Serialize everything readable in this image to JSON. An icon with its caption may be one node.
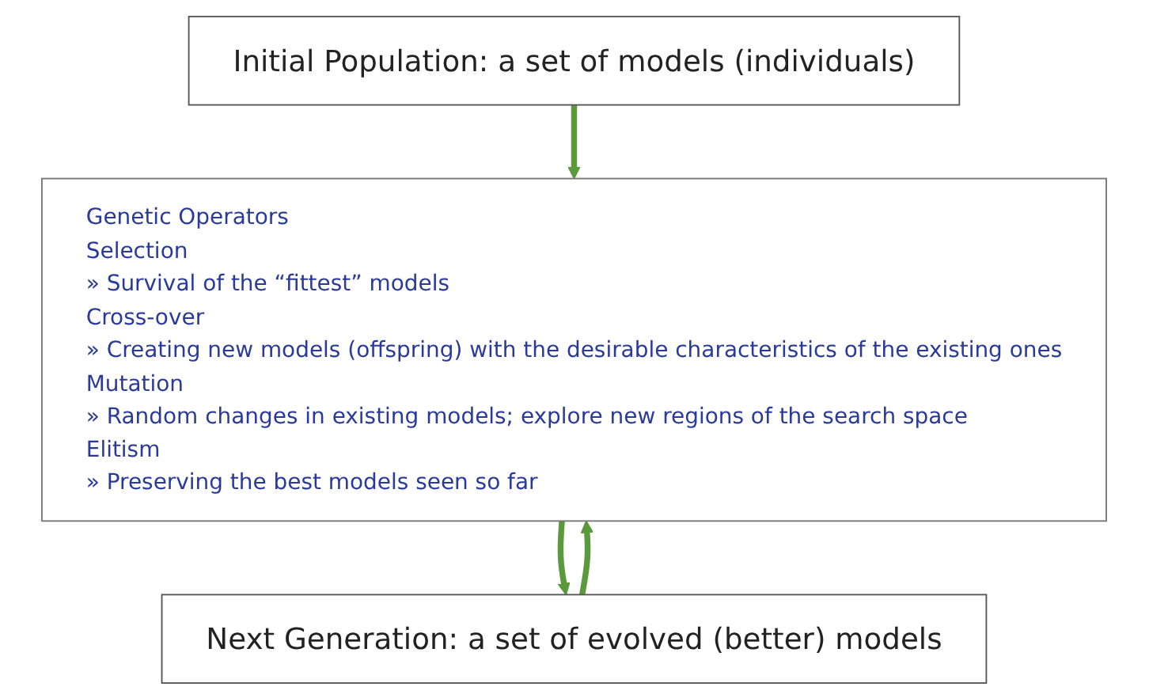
{
  "diagram": {
    "nodes": [
      {
        "text": [
          "Initial Population: a set of models (individuals)"
        ]
      },
      {
        "text": [
          "Genetic Operators",
          "Selection",
          "» Survival of the “fittest” models",
          "Cross-over",
          "» Creating new models (offspring) with the desirable characteristics of the existing ones",
          "Mutation",
          "» Random changes in existing models; explore new regions of the search space",
          "Elitism",
          "» Preserving the best models seen so far"
        ]
      },
      {
        "text": [
          "Next Generation: a set of evolved (better) models"
        ]
      }
    ],
    "edges": [
      {
        "from": 0,
        "to": 1,
        "arrow": "to"
      },
      {
        "from": 1,
        "to": 2,
        "arrow": "to"
      },
      {
        "from": 2,
        "to": 1,
        "arrow": "to"
      }
    ]
  }
}
